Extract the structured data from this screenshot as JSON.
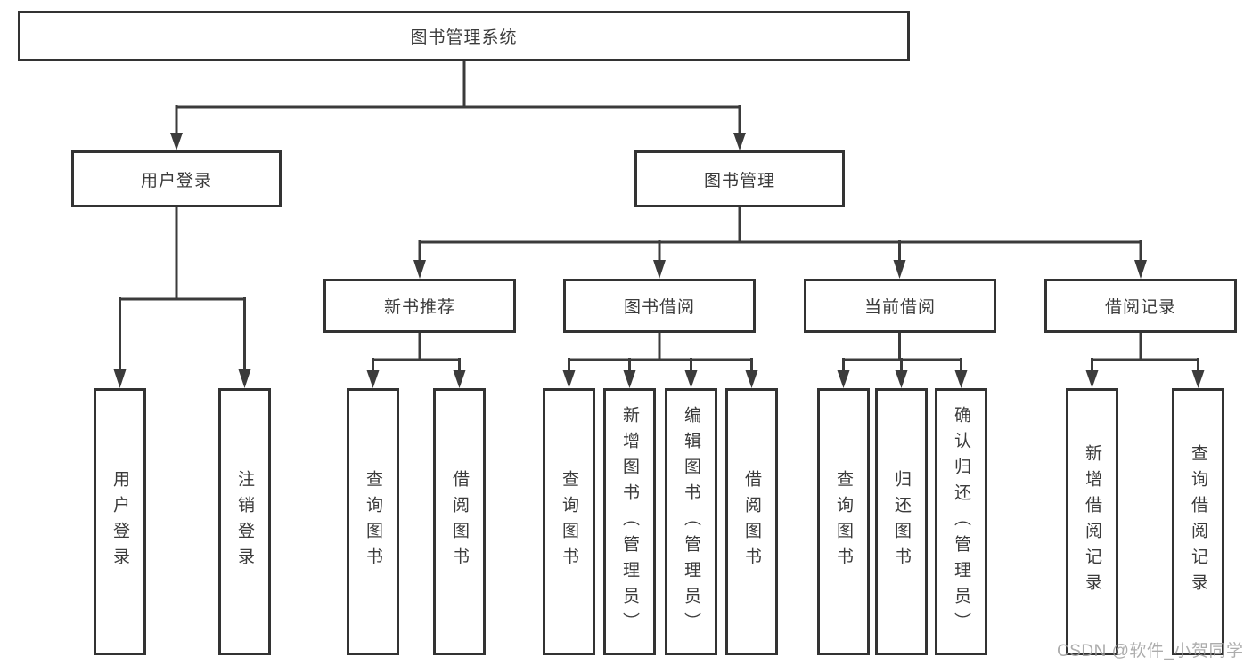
{
  "diagram": {
    "root": {
      "label": "图书管理系统"
    },
    "level2": [
      {
        "label": "用户登录"
      },
      {
        "label": "图书管理"
      }
    ],
    "level3": [
      {
        "label": "新书推荐"
      },
      {
        "label": "图书借阅"
      },
      {
        "label": "当前借阅"
      },
      {
        "label": "借阅记录"
      }
    ],
    "leaves": {
      "user_login": [
        {
          "label": "用户登录"
        },
        {
          "label": "注销登录"
        }
      ],
      "new_books": [
        {
          "label": "查询图书"
        },
        {
          "label": "借阅图书"
        }
      ],
      "book_borrow": [
        {
          "label": "查询图书"
        },
        {
          "label": "新增图书（管理员）"
        },
        {
          "label": "编辑图书（管理员）"
        },
        {
          "label": "借阅图书"
        }
      ],
      "current_borrow": [
        {
          "label": "查询图书"
        },
        {
          "label": "归还图书"
        },
        {
          "label": "确认归还（管理员）"
        }
      ],
      "borrow_records": [
        {
          "label": "新增借阅记录"
        },
        {
          "label": "查询借阅记录"
        }
      ]
    }
  },
  "watermark": {
    "text": "CSDN @软件_小贺同学"
  },
  "colors": {
    "line": "#3b3b3b",
    "box_border": "#333333",
    "text": "#3b3b3b",
    "watermark": "#9e9e9e",
    "background": "#ffffff"
  }
}
